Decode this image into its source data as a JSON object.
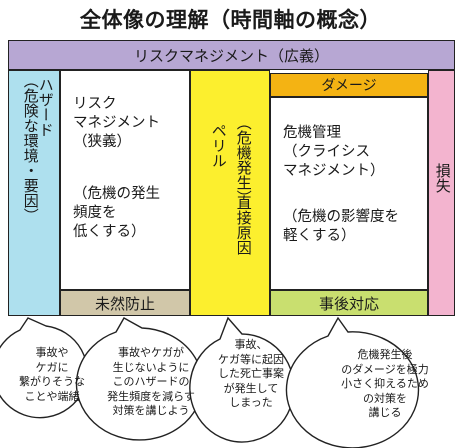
{
  "title": "全体像の理解（時間軸の概念）",
  "broad": {
    "label": "リスクマネジメント（広義）"
  },
  "hazard": {
    "label": "ハザード",
    "paren": "（危険な環境・要因）"
  },
  "narrow": {
    "title": "リスク\nマネジメント\n（狭義）",
    "desc": "（危機の発生\n頻度を\n低くする）",
    "footer": "未然防止"
  },
  "peril": {
    "label": "ペリル",
    "paren": "（危機発生）",
    "sub": "直接原因"
  },
  "damage": {
    "label": "ダメージ"
  },
  "crisis": {
    "title": "危機管理\n（クライシス\nマネジメント）",
    "desc": "（危機の影響度を\n軽くする）",
    "footer": "事後対応"
  },
  "loss": {
    "label": "損失"
  },
  "bubbles": [
    {
      "text": "事故や\nケガに\n繋がりそうな\nことや端緒"
    },
    {
      "text": "事故やケガが\n生じないように\nこのハザードの\n発生頻度を減らす\n対策を講じよう"
    },
    {
      "text": "事故、\nケガ等に起因\nした死亡事案\nが発生して\nしまった"
    },
    {
      "text": "危機発生後\nのダメージを極力\n小さく抑えるため\nの対策を\n講じる"
    }
  ]
}
